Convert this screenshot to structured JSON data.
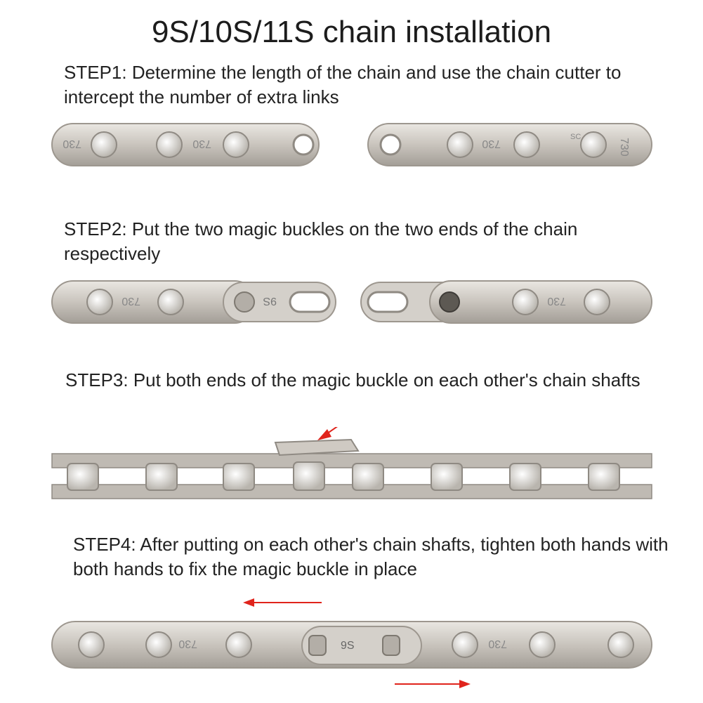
{
  "page": {
    "title": "9S/10S/11S chain installation"
  },
  "steps": [
    {
      "id": "step1",
      "text": "STEP1: Determine the length of the chain and use the chain cutter to intercept the number of extra links"
    },
    {
      "id": "step2",
      "text": "STEP2: Put the two magic buckles on the two ends of the chain respectively"
    },
    {
      "id": "step3",
      "text": "STEP3: Put both ends of the magic buckle on each other's chain shafts"
    },
    {
      "id": "step4",
      "text": "STEP4: After putting on each other's chain shafts, tighten both hands with both hands to fix the magic buckle in place"
    }
  ],
  "chain_markings": {
    "plate_code": "730",
    "buckle_code": "9S",
    "plate_letters": "SC"
  },
  "colors": {
    "plate": "#c9c4bd",
    "plate_shadow": "#a39e97",
    "pin": "#e8e6e2",
    "arrow": "#e0241c"
  }
}
